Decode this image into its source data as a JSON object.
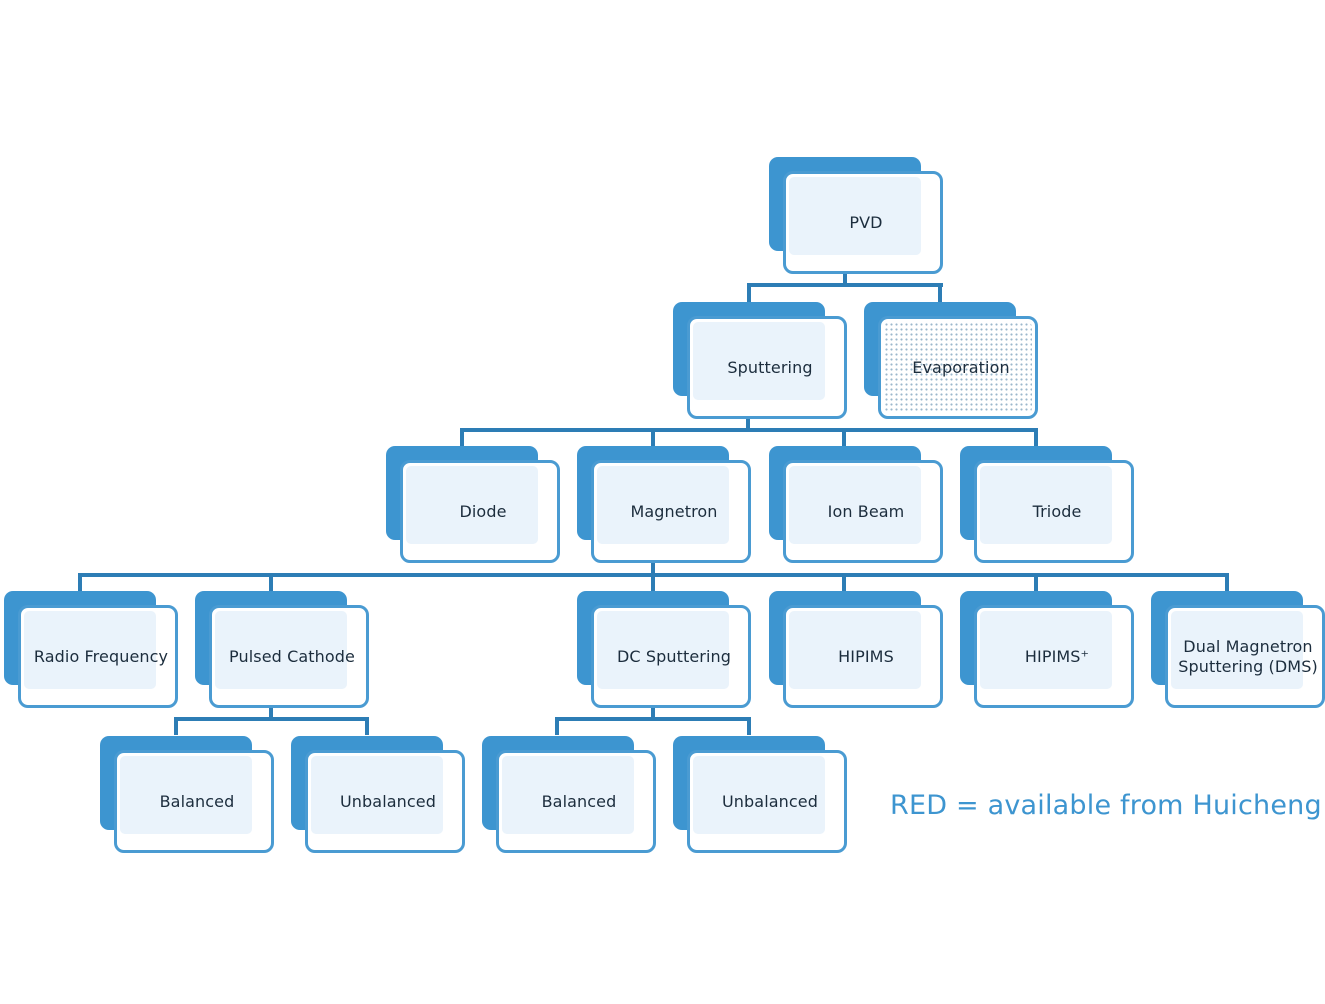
{
  "nodes": {
    "pvd": "PVD",
    "sputtering": "Sputtering",
    "evaporation": "Evaporation",
    "diode": "Diode",
    "magnetron": "Magnetron",
    "ion_beam": "Ion Beam",
    "triode": "Triode",
    "radio_frequency": "Radio Frequency",
    "pulsed_cathode": "Pulsed Cathode",
    "dc_sputtering": "DC Sputtering",
    "hipims": "HIPIMS",
    "hipims_plus": "HIPIMS⁺",
    "dms_line1": "Dual Magnetron",
    "dms_line2": "Sputtering (DMS)",
    "pc_balanced": "Balanced",
    "pc_unbalanced": "Unbalanced",
    "dc_balanced": "Balanced",
    "dc_unbalanced": "Unbalanced"
  },
  "legend": {
    "text": "RED = available from Huicheng"
  },
  "colors": {
    "node_back": "#3d95d0",
    "node_border": "#4a9bd2",
    "connector": "#2d7db5",
    "legend": "#3d95d0"
  }
}
